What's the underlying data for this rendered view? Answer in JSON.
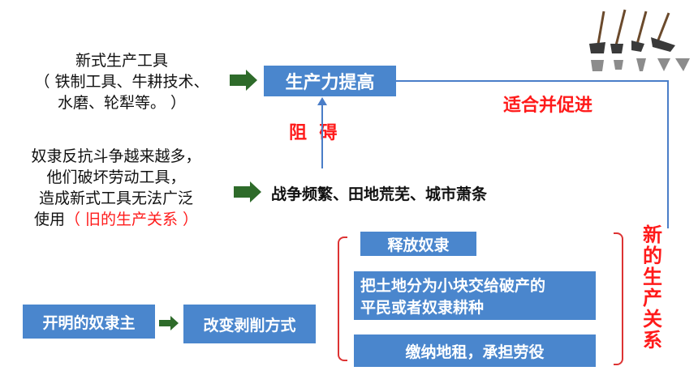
{
  "left_top": {
    "line1": "新式生产工具",
    "line2": "（ 铁制工具、牛耕技术、",
    "line3": "水磨、轮犁等。 ）"
  },
  "left_mid": {
    "line1": "奴隶反抗斗争越来越多，",
    "line2": "他们破坏劳动工具，",
    "line3": "造成新式工具无法广泛",
    "line4_prefix": "使用",
    "line4_red": "（ 旧的生产关系 ）"
  },
  "box_productivity": "生产力提高",
  "hinder_label": "阻  碍",
  "suit_label": "适合并促进",
  "war_text": "战争频繁、田地荒芜、城市萧条",
  "new_relations": [
    "新",
    "的",
    "生",
    "产",
    "关",
    "系"
  ],
  "box_master": "开明的奴隶主",
  "box_change": "改变剥削方式",
  "box_release": "释放奴隶",
  "box_land_1": "把土地分为小块交给破产的",
  "box_land_2": "平民或者奴隶耕种",
  "box_rent": "缴纳地租，承担劳役",
  "colors": {
    "box_blue": "#4a86cd",
    "red": "#ff1a1a",
    "green": "#2e6b2a"
  },
  "icons": [
    "farm-tools-icon"
  ]
}
